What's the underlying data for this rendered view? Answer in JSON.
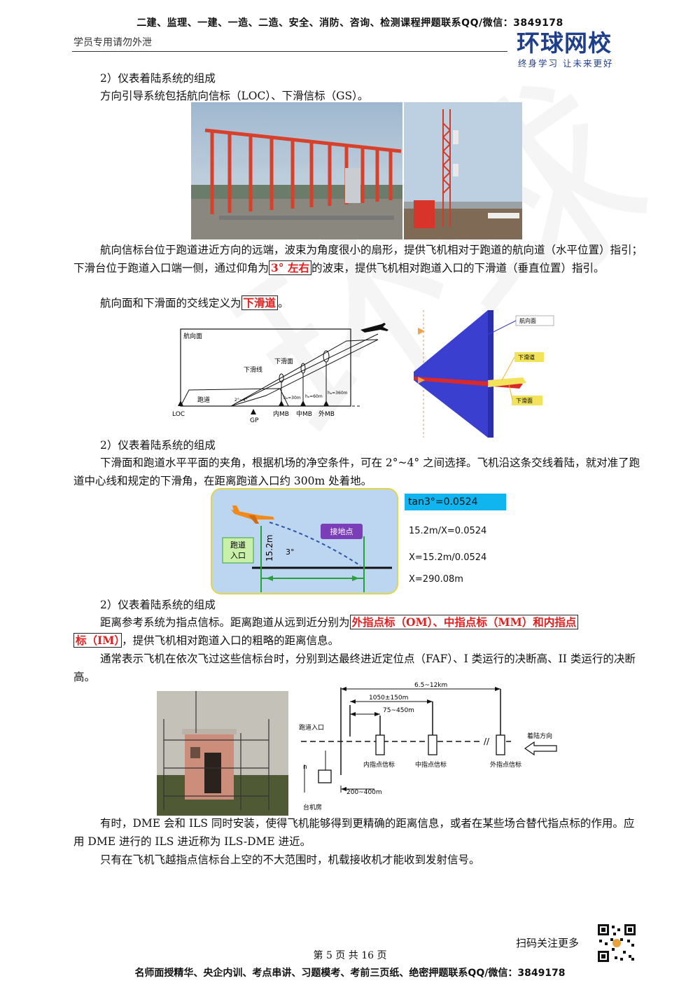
{
  "header": {
    "top_banner": "二建、监理、一建、一造、二造、安全、消防、咨询、检测课程押题联系QQ/微信：3849178",
    "sub_left": "学员专用请勿外泄",
    "logo_main": "环球网校",
    "logo_sub": "终身学习 让未来更好"
  },
  "sections": {
    "s1_heading": "2）仪表着陆系统的组成",
    "s1_para": "方向引导系统包括航向信标（LOC）、下滑信标（GS）。",
    "s1_desc_a": "航向信标台位于跑道进近方向的远端，波束为角度很小的扇形，提供飞机相对于跑道的航向道（水平位置）指引；下滑台位于跑道入口端一侧，通过仰角为",
    "s1_desc_hl": "3° 左右",
    "s1_desc_b": "的波束，提供飞机相对跑道入口的下滑道（垂直位置）指引。",
    "s1_def_a": "航向面和下滑面的交线定义为",
    "s1_def_hl": "下滑道",
    "s1_def_b": "。",
    "s2_heading": "2）仪表着陆系统的组成",
    "s2_para": "下滑面和跑道水平平面的夹角，根据机场的净空条件，可在 2°~4° 之间选择。飞机沿这条交线着陆，就对准了跑道中心线和规定的下滑角，在距离跑道入口约 300m 处着地。",
    "s3_heading": "2）仪表着陆系统的组成",
    "s3_para_a": "距离参考系统为指点信标。距离跑道从远到近分别为",
    "s3_para_hl1": "外指点标（OM）、中指点标（MM）和内指点",
    "s3_para_hl2": "标（IM）",
    "s3_para_b": "，提供飞机相对跑道入口的粗略的距离信息。",
    "s3_para2": "通常表示飞机在依次飞过这些信标台时，分别到达最终进近定位点（FAF）、I 类运行的决断高、II 类运行的决断高。",
    "s4_para1": "有时，DME 会和 ILS 同时安装，使得飞机能够得到更精确的距离信息，或者在某些场合替代指点标的作用。应用 DME 进行的 ILS 进近称为 ILS-DME 进近。",
    "s4_para2": "只有在飞机飞越指点信标台上空的不大范围时，机载接收机才能收到发射信号。"
  },
  "fig_ils_diagram": {
    "label_plane": "航向面",
    "label_glideline": "下滑线",
    "label_glideplane": "下滑面",
    "label_runway": "跑道",
    "label_angle": "2°~4°",
    "label_h30": "hₐ=30m",
    "label_h60": "hₐ=60m",
    "label_h360": "hₐ=360m",
    "label_loc": "LOC",
    "label_gp": "GP",
    "label_im": "内MB",
    "label_mm": "中MB",
    "label_om": "外MB"
  },
  "fig_planes_3d": {
    "label_loc_plane": "航向面",
    "label_glide_path": "下滑道",
    "label_glide_plane": "下滑面"
  },
  "fig_touchdown": {
    "label_threshold": "跑道\n入口",
    "label_touchdown": "接地点",
    "label_height": "15.2m",
    "label_angle": "3°",
    "calc_1": "tan3°=0.0524",
    "calc_2": "15.2m/X=0.0524",
    "calc_3": "X=15.2m/0.0524",
    "calc_4": "X=290.08m"
  },
  "fig_markers": {
    "dist_total": "6.5~12km",
    "dist_mm": "1050±150m",
    "dist_im": "75~450m",
    "dist_station": "200~400m",
    "label_threshold": "跑道入口",
    "label_landing_dir": "着陆方向",
    "label_im": "内指点信标",
    "label_mm": "中指点信标",
    "label_om": "外指点信标",
    "label_room": "台机房",
    "label_n": "n"
  },
  "footer": {
    "page_info": "第 5 页 共 16 页",
    "scan_text": "扫码关注更多",
    "bottom_banner": "名师面授精华、央企内训、考点串讲、习题模考、考前三页纸、绝密押题联系QQ/微信：3849178"
  },
  "colors": {
    "highlight_red": "#e21f1f",
    "logo_blue": "#1f3f8a",
    "plane_blue": "#3a3fd0",
    "panel_bg": "#bcd6f2",
    "calc_bar": "#10b4ee"
  }
}
